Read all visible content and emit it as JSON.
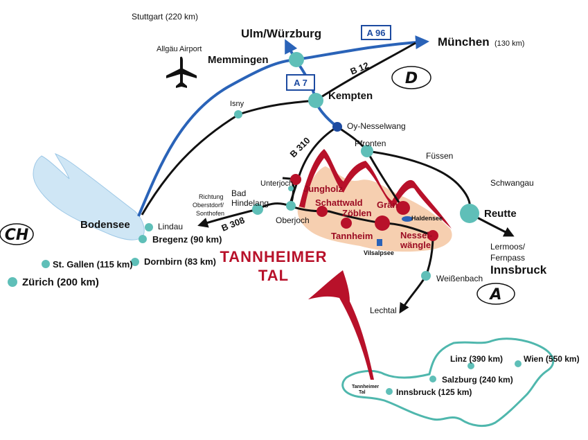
{
  "map": {
    "title": [
      "TANNHEIMER",
      "TAL"
    ],
    "countries": {
      "D": "D",
      "A": "A",
      "CH": "CH"
    },
    "highways": {
      "a96": "A 96",
      "a7": "A 7"
    },
    "roads": {
      "b12": "B 12",
      "b310": "B 310",
      "b308": "B 308"
    },
    "airport": "Allgäu Airport",
    "places": {
      "stuttgart": "Stuttgart (220 km)",
      "ulm": "Ulm/Würzburg",
      "muenchen": "München",
      "muenchen_dist": "(130 km)",
      "memmingen": "Memmingen",
      "kempten": "Kempten",
      "isny": "Isny",
      "oy": "Oy-Nesselwang",
      "pfronten": "Pfronten",
      "fuessen": "Füssen",
      "schwangau": "Schwangau",
      "reutte": "Reutte",
      "lermoos1": "Lermoos/",
      "lermoos2": "Fernpass",
      "innsbruck": "Innsbruck",
      "weissenbach": "Weißenbach",
      "lechtal": "Lechtal",
      "unterjoch": "Unterjoch",
      "oberjoch": "Oberjoch",
      "badhindelang1": "Bad",
      "badhindelang2": "Hindelang",
      "richtung1": "Richtung",
      "richtung2": "Oberstdorf/",
      "richtung3": "Sonthofen",
      "bodensee": "Bodensee",
      "lindau": "Lindau",
      "bregenz": "Bregenz (90 km)",
      "dornbirn": "Dornbirn (83 km)",
      "stgallen": "St. Gallen (115 km)",
      "zuerich": "Zürich (200 km)"
    },
    "valley": {
      "jungholz": "Jungholz",
      "schattwald": "Schattwald",
      "zoeblen": "Zöblen",
      "tannheim": "Tannheim",
      "graen": "Grän",
      "nessel1": "Nessel-",
      "nessel2": "wängle",
      "haldensee": "Haldensee",
      "vilsalpsee": "Vilsalpsee"
    },
    "austria": {
      "linz": "Linz (390 km)",
      "wien": "Wien (550 km)",
      "salzburg": "Salzburg (240 km)",
      "innsbruck": "Innsbruck (125 km)",
      "tal1": "Tannheimer",
      "tal2": "Tal"
    },
    "colors": {
      "route_blue": "#2a63b8",
      "road_black": "#111111",
      "valley_fill": "#f6cfb0",
      "mountain_red": "#b8112a",
      "dot_teal": "#5fbfb8",
      "lake_blue": "#cfe6f5",
      "austria_outline": "#4fb7ad"
    }
  }
}
